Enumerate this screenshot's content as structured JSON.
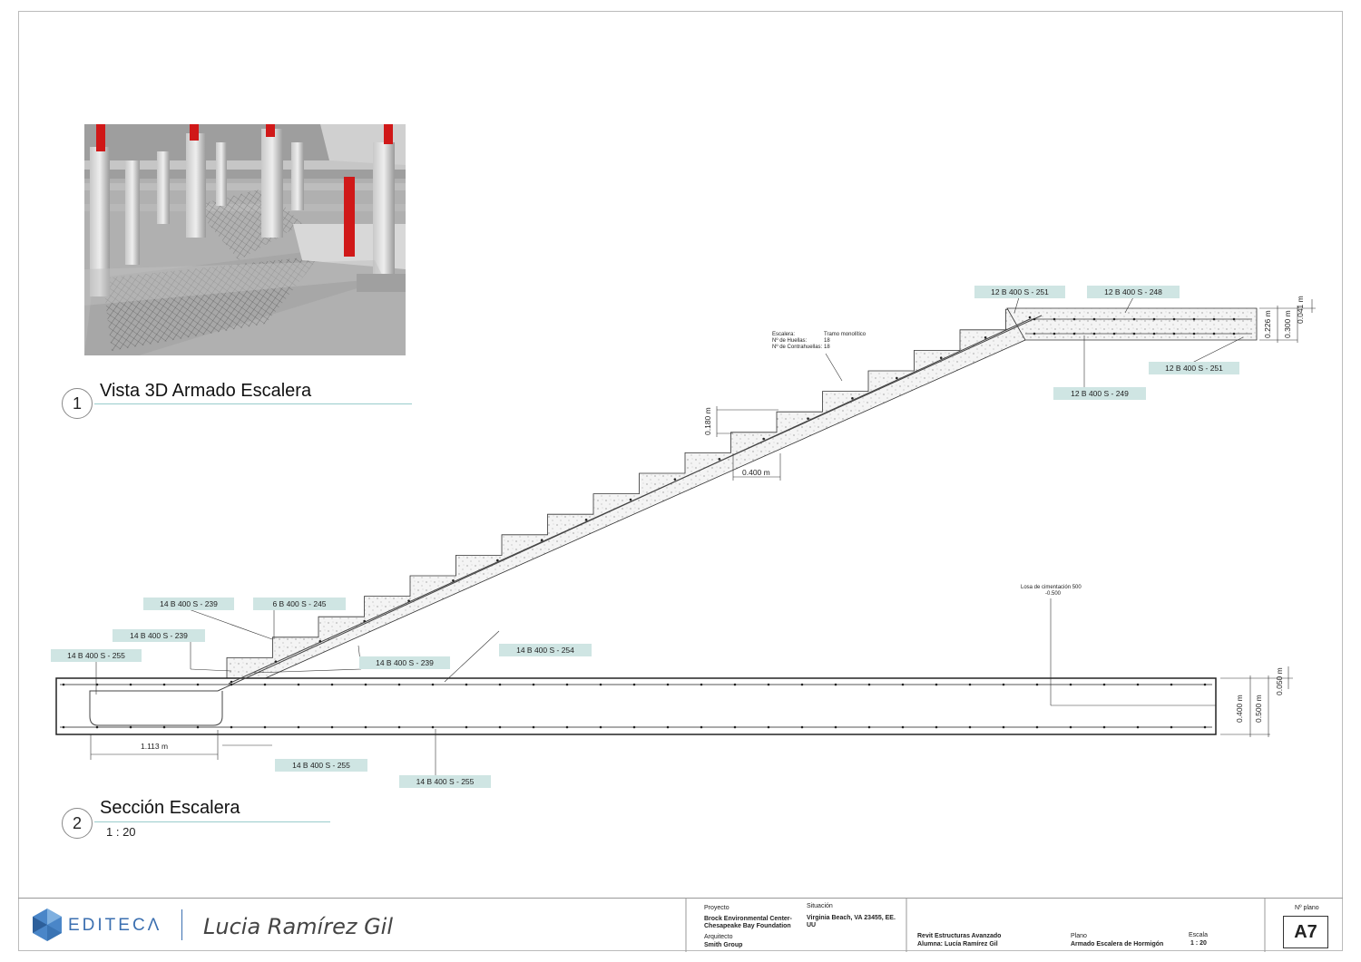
{
  "view1": {
    "number": "1",
    "title": "Vista 3D  Armado Escalera"
  },
  "view2": {
    "number": "2",
    "title": "Sección Escalera",
    "scale": "1 : 20"
  },
  "tags": {
    "t1": "12 B 400 S - 251",
    "t2": "12 B 400 S - 248",
    "t3": "12 B 400 S - 251",
    "t4": "12 B 400 S - 249",
    "t5": "14 B 400 S - 239",
    "t6": "6 B 400 S - 245",
    "t7": "14 B 400 S - 239",
    "t8": "14 B 400 S - 255",
    "t9": "14 B 400 S - 239",
    "t10": "14 B 400 S - 254",
    "t11": "14 B 400 S - 255",
    "t12": "14 B 400 S - 255"
  },
  "dims": {
    "riser": "0.180 m",
    "tread": "0.400 m",
    "d226": "0.226 m",
    "d300": "0.300 m",
    "d041": "0.041 m",
    "d1113": "1.113 m",
    "d400": "0.400 m",
    "d500": "0.500 m",
    "d050": "0.050 m"
  },
  "notes": {
    "stair_l1": "Escalera:",
    "stair_v1": "Tramo monolítico",
    "stair_l2": "Nº de Huellas:",
    "stair_v2": "18",
    "stair_l3": "Nº de Contrahuellas:",
    "stair_v3": "18",
    "slab1": "Losa de cimentación 500",
    "slab2": "-0.500"
  },
  "titleblock": {
    "logo": "EDITECΛ",
    "author": "Lucia Ramírez Gil",
    "proyecto_label": "Proyecto",
    "proyecto1": "Brock Environmental Center-",
    "proyecto2": "Chesapeake Bay Foundation",
    "arquitecto_label": "Arquitecto",
    "arquitecto": "Smith Group",
    "situacion_label": "Situación",
    "situacion1": "Virginia Beach, VA 23455, EE.",
    "situacion2": "UU",
    "course": "Revit Estructuras Avanzado",
    "alumna": "Alumna: Lucía Ramírez Gil",
    "plano_label": "Plano",
    "plano": "Armado Escalera de Hormigón",
    "escala_label": "Escala",
    "escala": "1 : 20",
    "nplano_label": "Nº plano",
    "nplano": "A7"
  }
}
